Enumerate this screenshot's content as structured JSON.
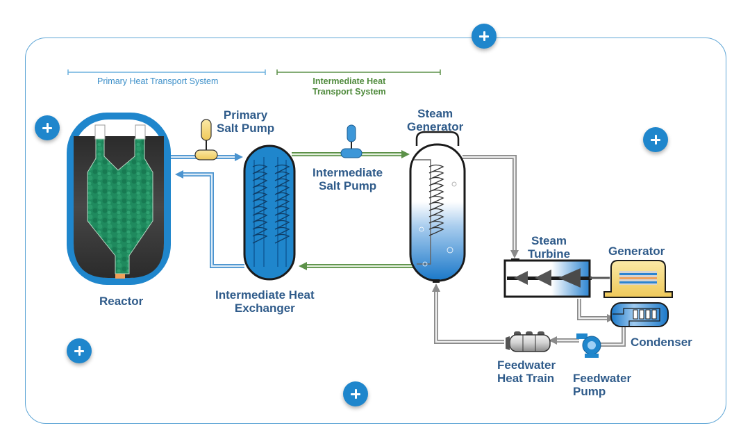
{
  "diagram": {
    "title": "Molten salt reactor power plant schematic",
    "systems": {
      "primary": "Primary Heat Transport System",
      "intermediate_line1": "Intermediate Heat",
      "intermediate_line2": "Transport System"
    },
    "components": {
      "reactor": "Reactor",
      "primary_salt_pump_line1": "Primary",
      "primary_salt_pump_line2": "Salt Pump",
      "ihx_line1": "Intermediate Heat",
      "ihx_line2": "Exchanger",
      "intermediate_salt_pump_line1": "Intermediate",
      "intermediate_salt_pump_line2": "Salt Pump",
      "steam_generator_line1": "Steam",
      "steam_generator_line2": "Generator",
      "steam_turbine_line1": "Steam",
      "steam_turbine_line2": "Turbine",
      "generator": "Generator",
      "condenser": "Condenser",
      "feedwater_heat_train_line1": "Feedwater",
      "feedwater_heat_train_line2": "Heat Train",
      "feedwater_pump_line1": "Feedwater",
      "feedwater_pump_line2": "Pump"
    },
    "hotspots": [
      {
        "icon": "plus-icon",
        "label": "+"
      },
      {
        "icon": "plus-icon",
        "label": "+"
      },
      {
        "icon": "plus-icon",
        "label": "+"
      },
      {
        "icon": "plus-icon",
        "label": "+"
      },
      {
        "icon": "plus-icon",
        "label": "+"
      }
    ],
    "colors": {
      "accent_blue": "#1f86cc",
      "frame_border": "#5fa6d6",
      "primary_loop": "#3a8ec8",
      "intermediate_loop": "#4f8a3c",
      "fuel_green": "#1e8a5c",
      "label_text": "#2f5b8a",
      "steam_loop": "#9a9a9a",
      "pump_yellow": "#f2d36b"
    }
  }
}
